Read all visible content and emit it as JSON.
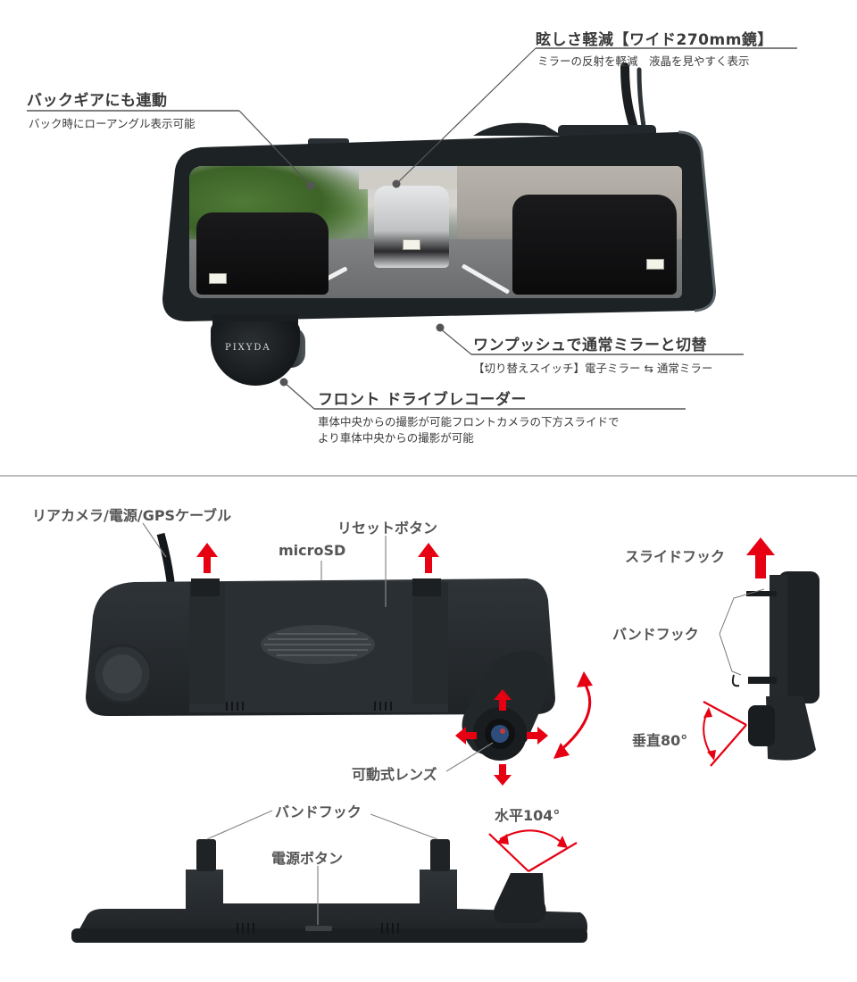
{
  "top_section": {
    "callouts": [
      {
        "id": "anti-glare",
        "title": "眩しさ軽減【ワイド270mm鏡】",
        "subtitle": "ミラーの反射を軽減　液晶を見やすく表示"
      },
      {
        "id": "back-gear",
        "title": "バックギアにも連動",
        "subtitle": "バック時にローアングル表示可能"
      },
      {
        "id": "one-push",
        "title": "ワンプッシュで通常ミラーと切替",
        "subtitle": "【切り替えスイッチ】電子ミラー ⇆ 通常ミラー"
      },
      {
        "id": "front-recorder",
        "title": "フロント ドライブレコーダー",
        "subtitle_lines": [
          "車体中央からの撮影が可能フロントカメラの下方スライドで",
          "より車体中央からの撮影が可能"
        ]
      }
    ],
    "brand_logo": "PIXYDA"
  },
  "bottom_section": {
    "labels": {
      "cable": "リアカメラ/電源/GPSケーブル",
      "microsd": "microSD",
      "reset_button": "リセットボタン",
      "slide_hook": "スライドフック",
      "band_hook_side": "バンドフック",
      "vertical_angle": "垂直80°",
      "movable_lens": "可動式レンズ",
      "band_hook_bottom": "バンドフック",
      "horizontal_angle": "水平104°",
      "power_button": "電源ボタン"
    }
  },
  "colors": {
    "accent_red": "#e60012",
    "text_dark": "#3a3a3a",
    "text_label": "#555555",
    "device_body": "#25292c",
    "divider": "#bdbdbd"
  },
  "icons": {
    "up_arrow": "red-up-arrow-icon",
    "four_way_arrows": "four-direction-arrows-icon",
    "curved_double_arrow": "curved-double-arrow-icon",
    "angle_arc": "angle-arc-icon"
  }
}
